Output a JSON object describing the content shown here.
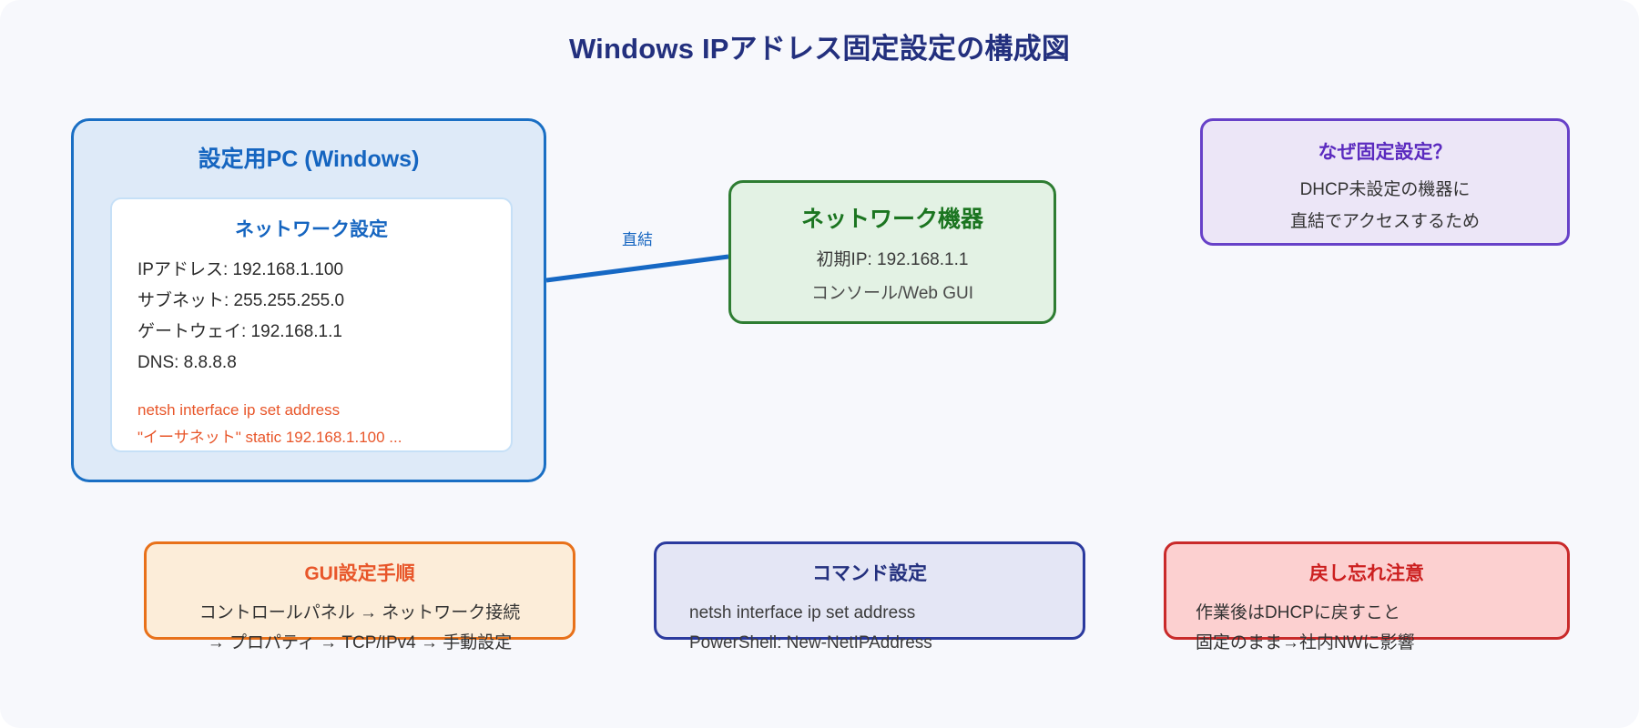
{
  "diagram": {
    "title": "Windows IPアドレス固定設定の構成図",
    "background_color": "#f7f8fc",
    "title_color": "#23307e"
  },
  "pc_node": {
    "title": "設定用PC (Windows)",
    "border_color": "#1a6fc4",
    "fill_color": "#deeaf8",
    "inner_card": {
      "title": "ネットワーク設定",
      "title_color": "#1565c0",
      "settings": [
        "IPアドレス: 192.168.1.100",
        "サブネット: 255.255.255.0",
        "ゲートウェイ: 192.168.1.1",
        "DNS: 8.8.8.8"
      ],
      "command_color": "#e8562a",
      "command": [
        "netsh interface ip set address",
        "\"イーサネット\" static 192.168.1.100 ..."
      ]
    }
  },
  "device_node": {
    "title": "ネットワーク機器",
    "border_color": "#2e7d32",
    "fill_color": "#e3f2e4",
    "lines": [
      "初期IP: 192.168.1.1",
      "コンソール/Web GUI"
    ]
  },
  "connection": {
    "label": "直結",
    "color": "#1565c0"
  },
  "why_node": {
    "title": "なぜ固定設定？",
    "border_color": "#6741c8",
    "fill_color": "#ece6f7",
    "lines": [
      "DHCP未設定の機器に",
      "直結でアクセスするため"
    ]
  },
  "bottom_nodes": [
    {
      "id": "gui",
      "title": "GUI設定手順",
      "border_color": "#e8711a",
      "fill_color": "#fcedd9",
      "lines": [
        "コントロールパネル → ネットワーク接続",
        "→ プロパティ → TCP/IPv4 → 手動設定"
      ]
    },
    {
      "id": "cmd",
      "title": "コマンド設定",
      "border_color": "#2b3a9e",
      "fill_color": "#e4e6f5",
      "lines": [
        "netsh interface ip set address",
        "PowerShell: New-NetIPAddress"
      ]
    },
    {
      "id": "warn",
      "title": "戻し忘れ注意",
      "border_color": "#c92a2a",
      "fill_color": "#fcd0d0",
      "lines": [
        "作業後はDHCPに戻すこと",
        "固定のまま→社内NWに影響"
      ]
    }
  ]
}
